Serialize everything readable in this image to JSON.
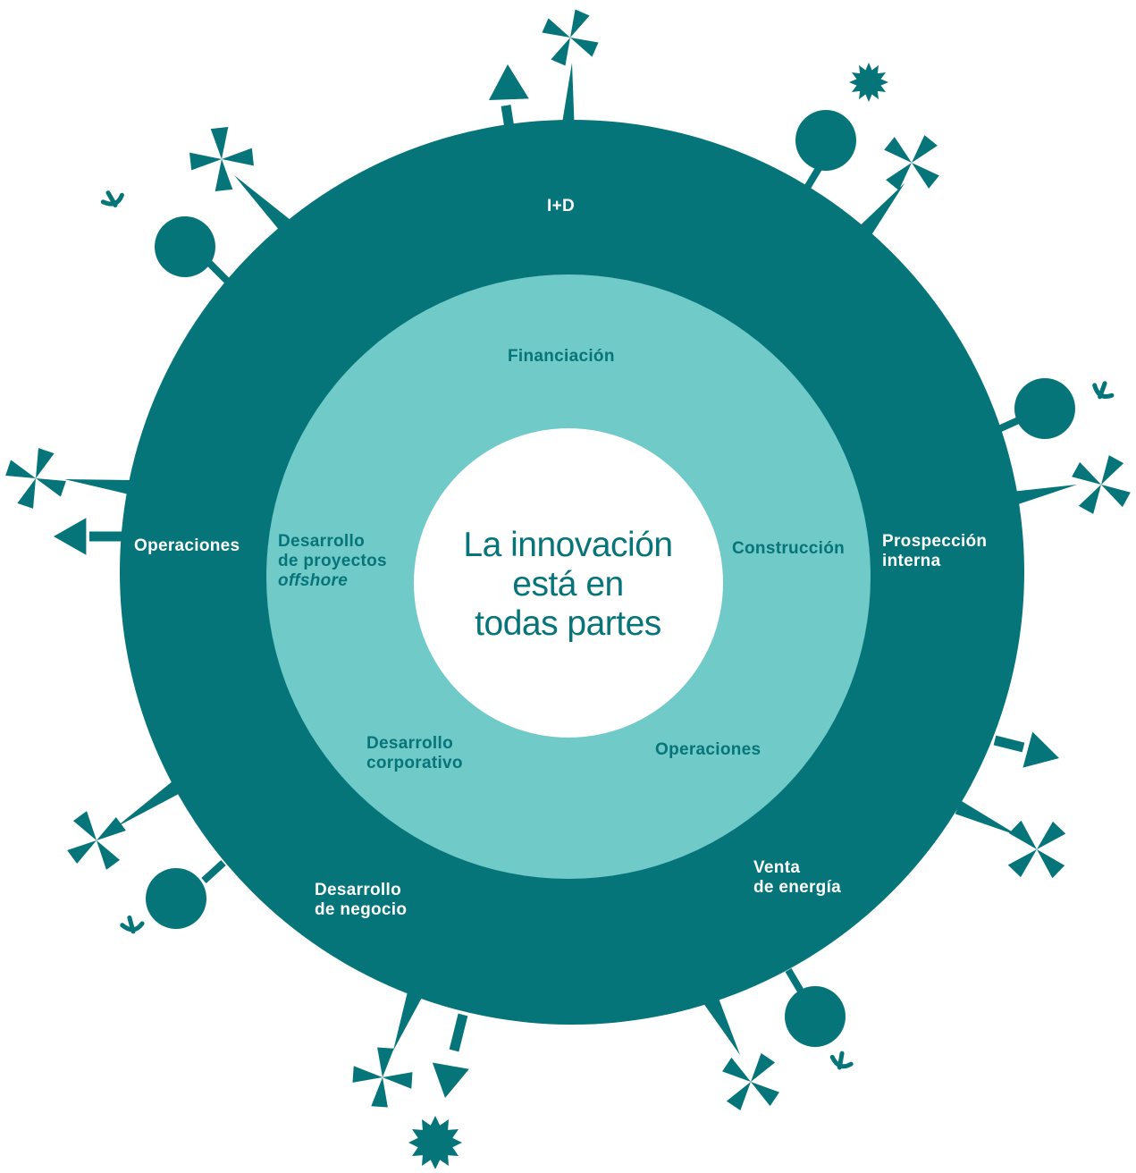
{
  "colors": {
    "outer_ring": "#06757a",
    "middle_ring": "#6fcac8",
    "core": "#ffffff",
    "text_outer": "#ffffff",
    "text_inner": "#07747a"
  },
  "center": {
    "line1": "La innovación",
    "line2": "está en",
    "line3": "todas partes"
  },
  "outer_ring": {
    "top": "I+D",
    "left": "Operaciones",
    "right": {
      "line1": "Prospección",
      "line2": "interna"
    },
    "bottom_right": {
      "line1": "Venta",
      "line2": "de energía"
    },
    "bottom_left": {
      "line1": "Desarrollo",
      "line2": "de negocio"
    }
  },
  "middle_ring": {
    "top": "Financiación",
    "right": "Construcción",
    "left": {
      "line1": "Desarrollo",
      "line2": "de proyectos",
      "line3": "offshore"
    },
    "bottom_left": {
      "line1": "Desarrollo",
      "line2": "corporativo"
    },
    "bottom_right": "Operaciones"
  },
  "decorations": [
    "windmill-icon",
    "arrow-icon",
    "balloon-icon",
    "starburst-icon",
    "sprout-icon"
  ]
}
